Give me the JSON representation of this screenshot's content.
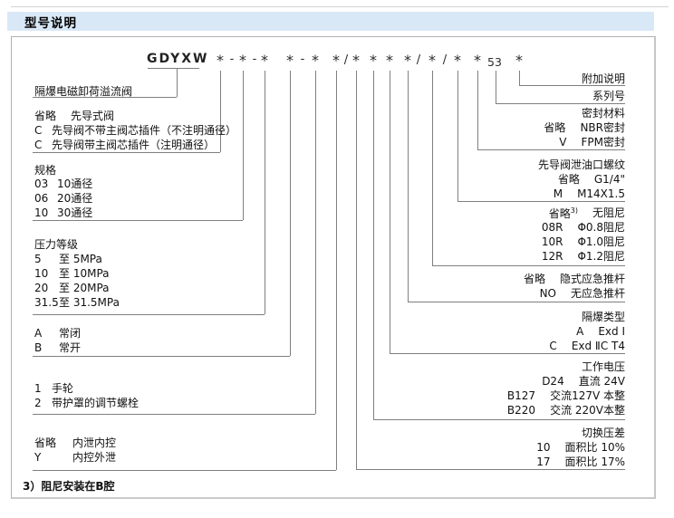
{
  "page": {
    "title": "型号说明"
  },
  "colors": {
    "header_bg": "#d9e8f6",
    "line_gray": "#7f7f7f"
  },
  "valve_name": "隔爆电磁卸荷溢流阀",
  "model_code": {
    "prefix": "GDYXW",
    "tokens": [
      "*",
      "-",
      "*",
      "-",
      "*",
      "*",
      "-",
      "*",
      "*",
      "/",
      "*",
      "*",
      "*",
      "*",
      "/",
      "*",
      "/",
      "*",
      "*",
      "53",
      "*"
    ]
  },
  "left_groups": [
    {
      "rows": [
        {
          "code": "省略",
          "label": "先导式阀"
        },
        {
          "code": "C",
          "label": "先导阀不带主阀芯插件（不注明通径）"
        },
        {
          "code": "C",
          "label": "先导阀带主阀芯插件（注明通径）"
        }
      ]
    },
    {
      "header": "规格",
      "rows": [
        {
          "code": "03",
          "label": "10通径"
        },
        {
          "code": "06",
          "label": "20通径"
        },
        {
          "code": "10",
          "label": "30通径"
        }
      ]
    },
    {
      "header": "压力等级",
      "rows": [
        {
          "code": "5",
          "label": "至 5MPa"
        },
        {
          "code": "10",
          "label": "至 10MPa"
        },
        {
          "code": "20",
          "label": "至 20MPa"
        },
        {
          "code": "31.5",
          "label": "至 31.5MPa"
        }
      ]
    },
    {
      "rows": [
        {
          "code": "A",
          "label": "常闭"
        },
        {
          "code": "B",
          "label": "常开"
        }
      ]
    },
    {
      "rows": [
        {
          "code": "1",
          "label": "手轮"
        },
        {
          "code": "2",
          "label": "带护罩的调节螺栓"
        }
      ]
    },
    {
      "rows": [
        {
          "code": "省略",
          "label": "内泄内控"
        },
        {
          "code": "Y",
          "label": "内控外泄"
        }
      ]
    }
  ],
  "right_groups": [
    {
      "header": "附加说明"
    },
    {
      "header": "系列号"
    },
    {
      "header": "密封材料",
      "rows": [
        {
          "code": "省略",
          "label": "NBR密封"
        },
        {
          "code": "V",
          "label": "FPM密封"
        }
      ]
    },
    {
      "header": "先导阀泄油口螺纹",
      "rows": [
        {
          "code": "省略",
          "label": "G1/4\""
        },
        {
          "code": "M",
          "label": "M14X1.5"
        }
      ]
    },
    {
      "rows": [
        {
          "code": "省略",
          "sup": "3)",
          "label": "无阻尼"
        },
        {
          "code": "08R",
          "label": "Φ0.8阻尼"
        },
        {
          "code": "10R",
          "label": "Φ1.0阻尼"
        },
        {
          "code": "12R",
          "label": "Φ1.2阻尼"
        }
      ]
    },
    {
      "rows": [
        {
          "code": "省略",
          "label": "隐式应急推杆"
        },
        {
          "code": "NO",
          "label": "无应急推杆"
        }
      ]
    },
    {
      "header": "隔爆类型",
      "rows": [
        {
          "code": "A",
          "label": "Exd Ⅰ"
        },
        {
          "code": "C",
          "label": "Exd ⅡC T4"
        }
      ]
    },
    {
      "header": "工作电压",
      "rows": [
        {
          "code": "D24",
          "label": "直流 24V"
        },
        {
          "code": "B127",
          "label": "交流127V 本整"
        },
        {
          "code": "B220",
          "label": "交流 220V本整"
        }
      ]
    },
    {
      "header": "切换压差",
      "rows": [
        {
          "code": "10",
          "label": "面积比 10%"
        },
        {
          "code": "17",
          "label": "面积比 17%"
        }
      ]
    }
  ],
  "footnote": "3）阻尼安装在B腔"
}
